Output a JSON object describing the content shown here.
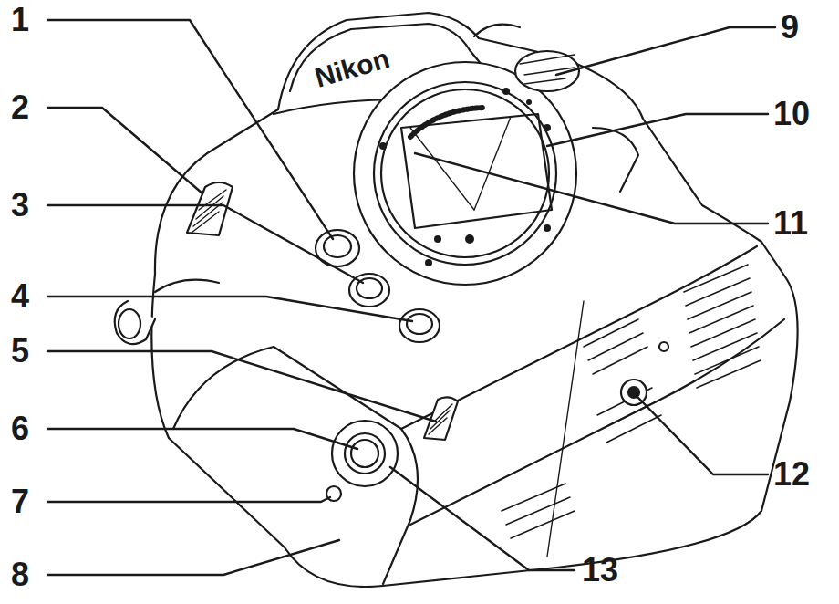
{
  "diagram": {
    "labels": [
      "1",
      "2",
      "3",
      "4",
      "5",
      "6",
      "7",
      "8",
      "9",
      "10",
      "11",
      "12",
      "13",
      "Nikon"
    ]
  }
}
